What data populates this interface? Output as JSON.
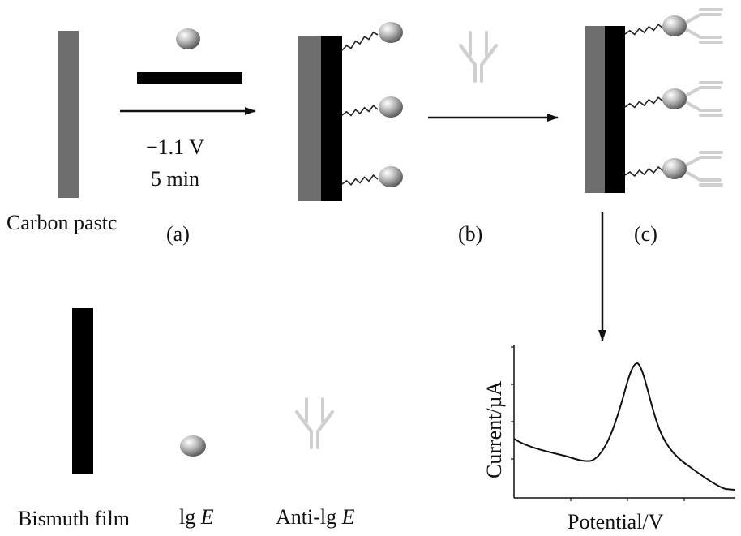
{
  "labels": {
    "carbon_paste": "Carbon pastc",
    "step_a": "(a)",
    "step_b": "(b)",
    "step_c": "(c)",
    "voltage": "−1.1 V",
    "duration": "5 min"
  },
  "legend": {
    "bismuth_film": "Bismuth film",
    "ige_prefix": "lg ",
    "ige_italic": "E",
    "anti_ige_prefix": "Anti-lg ",
    "anti_ige_italic": "E"
  },
  "voltammogram": {
    "xlabel": "Potential/V",
    "ylabel": "Current/µA"
  },
  "colors": {
    "carbon_paste": "#6e6e6e",
    "bismuth": "#000000",
    "antibody": "#cfcfcf",
    "sphere": "#9a9a9a"
  }
}
